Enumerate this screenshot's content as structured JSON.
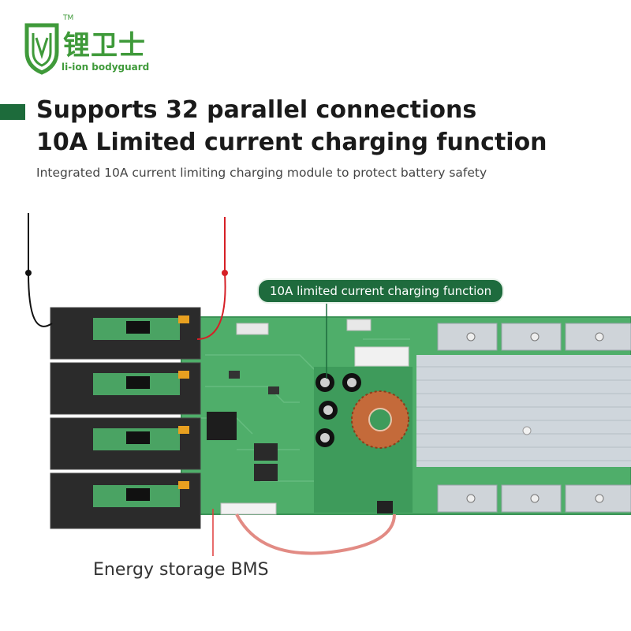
{
  "logo": {
    "tm": "TM",
    "chinese": "锂卫士",
    "english": "li-ion bodyguard",
    "brand_color": "#3f9a3a"
  },
  "heading": {
    "line1": "Supports 32 parallel connections",
    "line2": "10A Limited current charging function",
    "accent_color": "#1d6b3b"
  },
  "subtitle": "Integrated 10A current limiting charging module to protect battery safety",
  "callout": "10A limited current charging function",
  "bms_label": "Energy storage BMS",
  "colors": {
    "pcb": "#4fae6a",
    "pcb_dark": "#2f8a4c",
    "battery": "#2b2b2b",
    "heatsink": "#cfd6dc",
    "wire_red": "#d61f26",
    "wire_black": "#111111"
  },
  "battery_modules": 4
}
